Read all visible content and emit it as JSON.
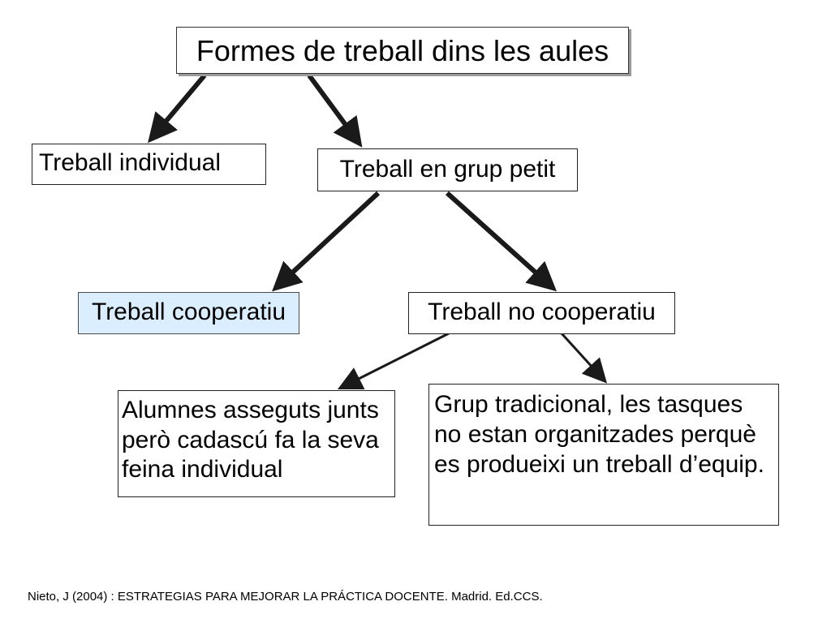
{
  "diagram": {
    "title": "Formes de treball dins les aules",
    "nodes": {
      "individual": "Treball individual",
      "grup_petit": "Treball en grup petit",
      "cooperatiu": "Treball cooperatiu",
      "no_cooperatiu": "Treball no cooperatiu",
      "alumnes": "Alumnes asseguts junts però cadascú fa la seva feina individual",
      "grup_tradicional": "Grup tradicional, les tasques no estan organitzades perquè es produeixi un treball d’equip."
    },
    "edges": [
      {
        "from": "title",
        "to": "individual"
      },
      {
        "from": "title",
        "to": "grup_petit"
      },
      {
        "from": "grup_petit",
        "to": "cooperatiu"
      },
      {
        "from": "grup_petit",
        "to": "no_cooperatiu"
      },
      {
        "from": "no_cooperatiu",
        "to": "alumnes"
      },
      {
        "from": "no_cooperatiu",
        "to": "grup_tradicional"
      }
    ],
    "colors": {
      "highlight_fill": "#dbeeff",
      "border": "#222222",
      "arrow": "#1a1a1a"
    }
  },
  "citation": "Nieto, J (2004) : ESTRATEGIAS PARA MEJORAR LA PRÁCTICA DOCENTE. Madrid. Ed.CCS."
}
